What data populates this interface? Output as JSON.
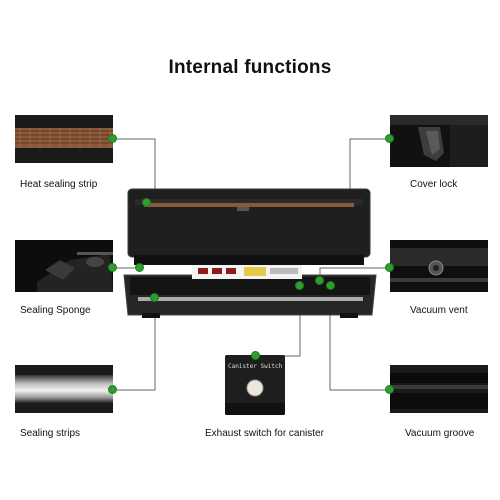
{
  "title": "Internal functions",
  "labels": {
    "heat_sealing_strip": "Heat sealing strip",
    "sealing_sponge": "Sealing Sponge",
    "sealing_strips": "Sealing strips",
    "cover_lock": "Cover lock",
    "vacuum_vent": "Vacuum vent",
    "vacuum_groove": "Vacuum groove",
    "exhaust_switch": "Exhaust switch for canister"
  },
  "canister_switch_text": "Canister Switch",
  "colors": {
    "callout_dot": "#2e9e2e",
    "callout_line": "#666666",
    "heat_strip": "#8a5a3a"
  }
}
